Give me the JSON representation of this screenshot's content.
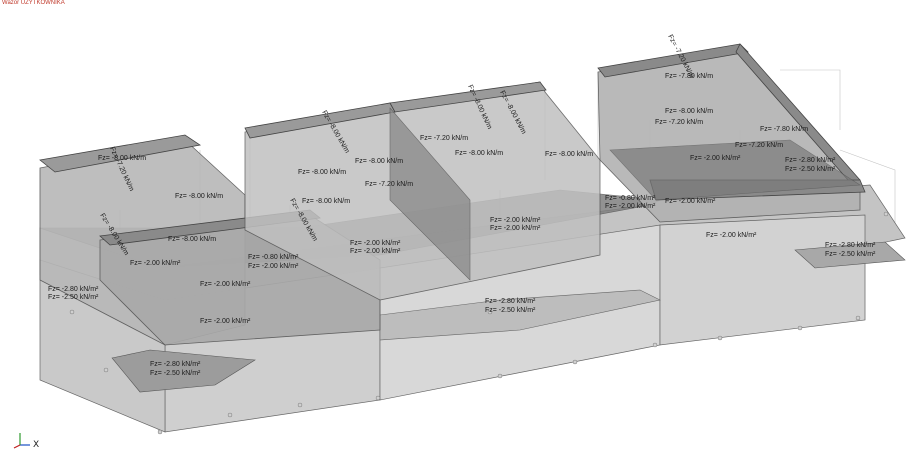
{
  "window": {
    "case_label": "Wazor UZYTKOWNIKA"
  },
  "axes": {
    "x_label": "X"
  },
  "colors": {
    "background": "#ffffff",
    "solid_fill": "#b6b6b6",
    "dark_fill": "#8f8f8f",
    "light_fill": "#d4d4d4",
    "edge": "#555555",
    "wire": "#bdbdbd",
    "label": "#1a1a1a",
    "case_label": "#c0392b"
  },
  "loads": {
    "area_roof": "Fz= -2.00 kN/m²",
    "area_platform_a": "Fz= -2.80 kN/m²",
    "area_platform_b": "Fz= -2.50 kN/m²",
    "area_small_a": "Fz= -0.80 kN/m²",
    "line_800": "Fz= -8.00 kN/m",
    "line_720": "Fz= -7.20 kN/m",
    "line_780": "Fz= -7.80 kN/m"
  }
}
